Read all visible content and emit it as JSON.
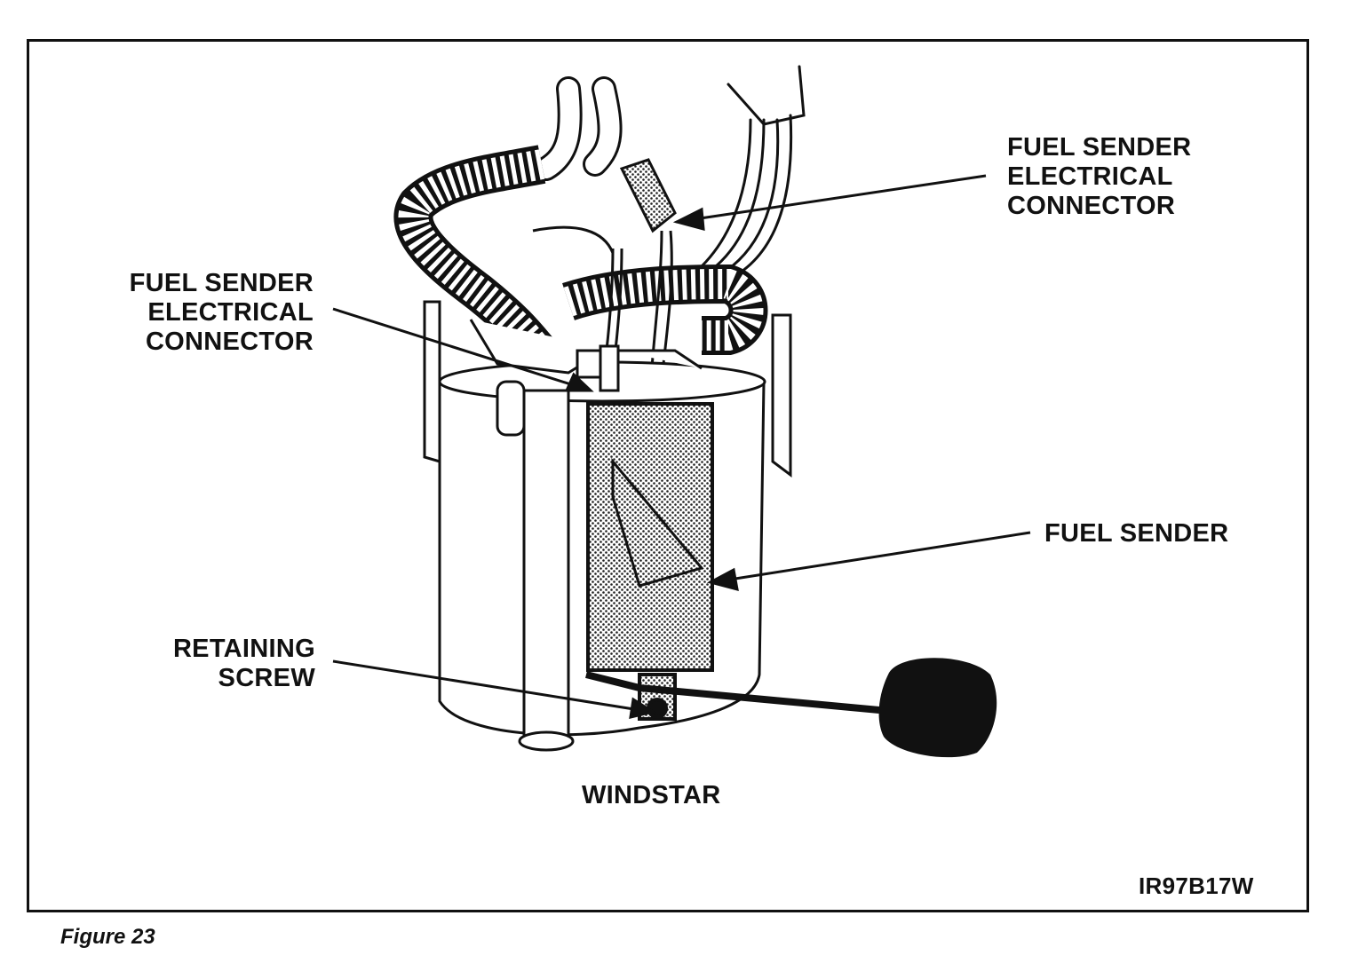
{
  "labels": {
    "sender_connector_top": "FUEL SENDER\nELECTRICAL\nCONNECTOR",
    "sender_connector_left": "FUEL SENDER\nELECTRICAL\nCONNECTOR",
    "fuel_sender": "FUEL SENDER",
    "retaining_screw": "RETAINING\nSCREW",
    "model": "WINDSTAR",
    "figure_code": "IR97B17W"
  },
  "caption": "Figure 23"
}
